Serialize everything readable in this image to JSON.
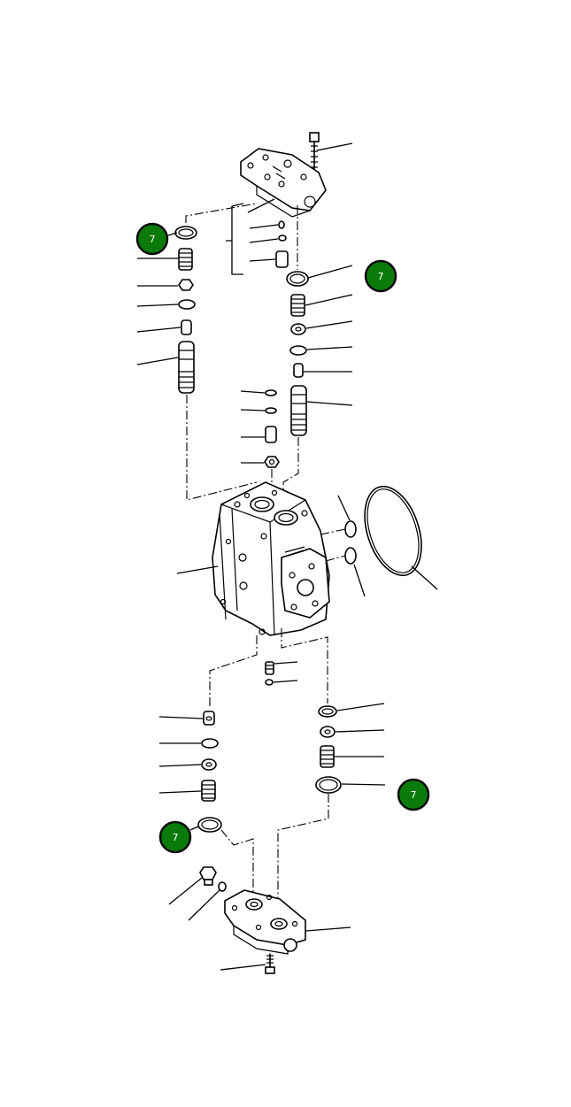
{
  "callouts": [
    {
      "label": "7",
      "color": "#0a7a0a"
    },
    {
      "label": "7",
      "color": "#0a7a0a"
    },
    {
      "label": "7",
      "color": "#0a7a0a"
    },
    {
      "label": "7",
      "color": "#0a7a0a"
    }
  ]
}
